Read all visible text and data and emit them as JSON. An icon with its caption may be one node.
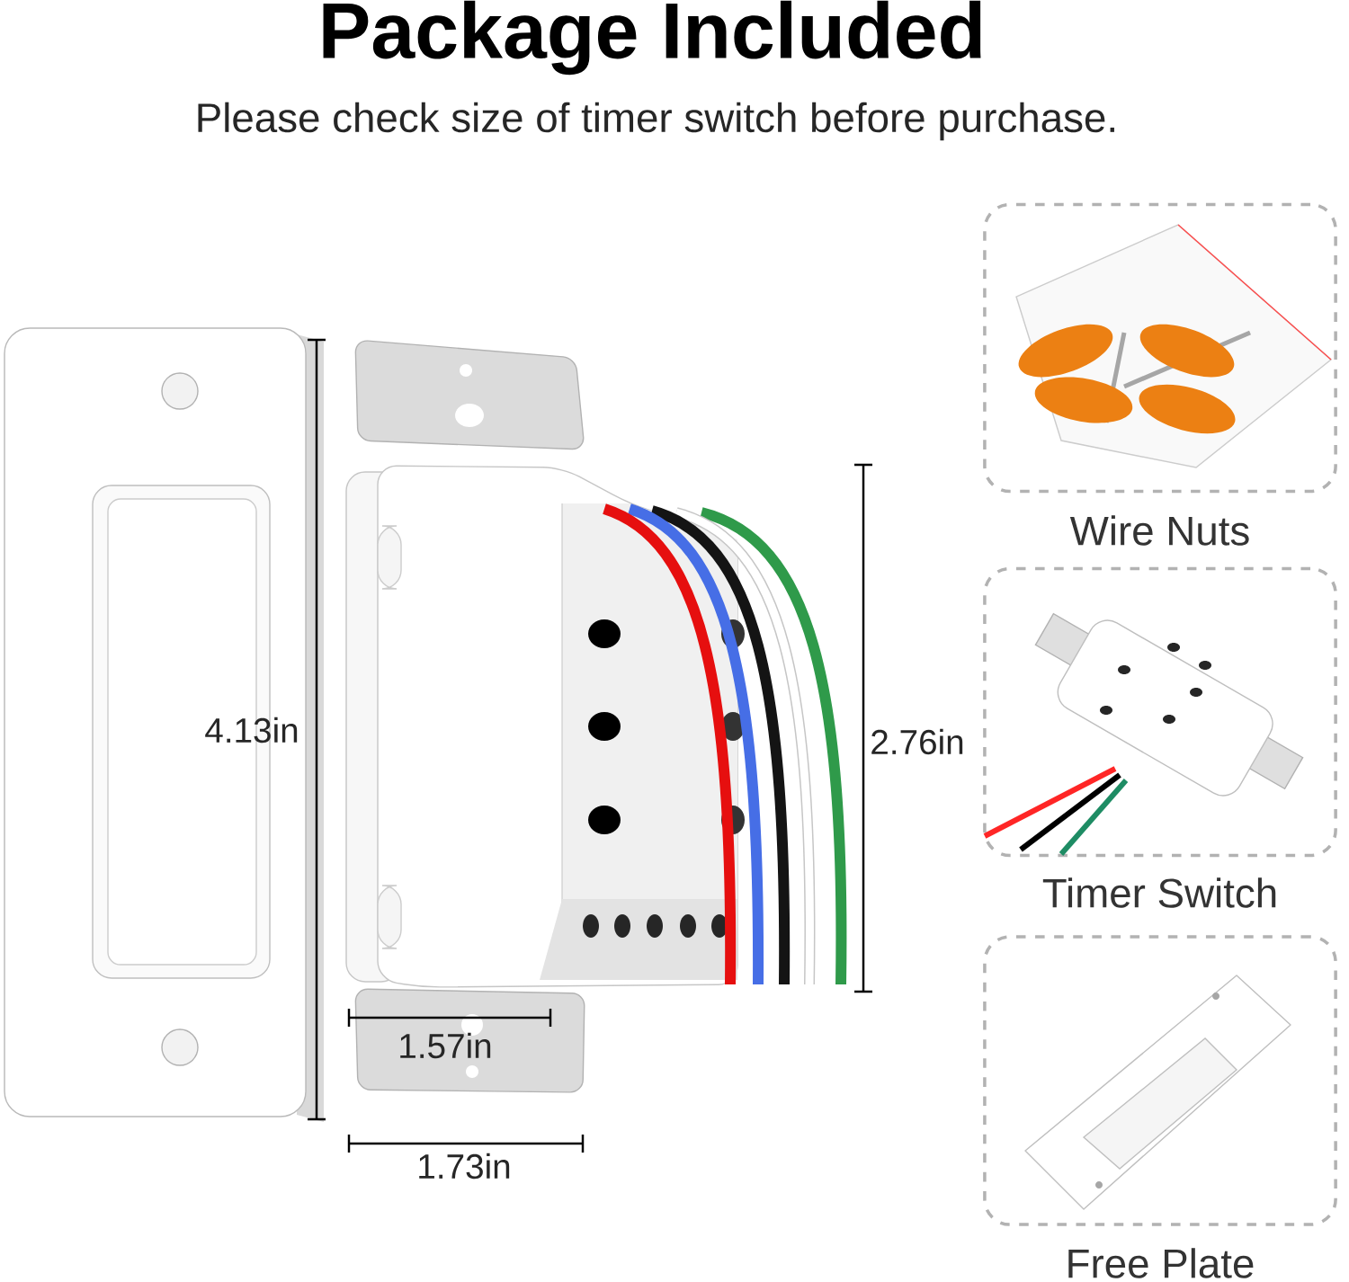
{
  "diagram": {
    "title": "Package Included",
    "nodes": [
      {
        "text": [
          "Wire Nuts"
        ]
      },
      {
        "text": [
          "Timer Switch"
        ]
      },
      {
        "text": [
          "Free Plate"
        ]
      }
    ],
    "labels": [
      "Please check size of timer switch before purchase.",
      "4.13in",
      "2.76in",
      "1.57in",
      "1.73in"
    ]
  }
}
